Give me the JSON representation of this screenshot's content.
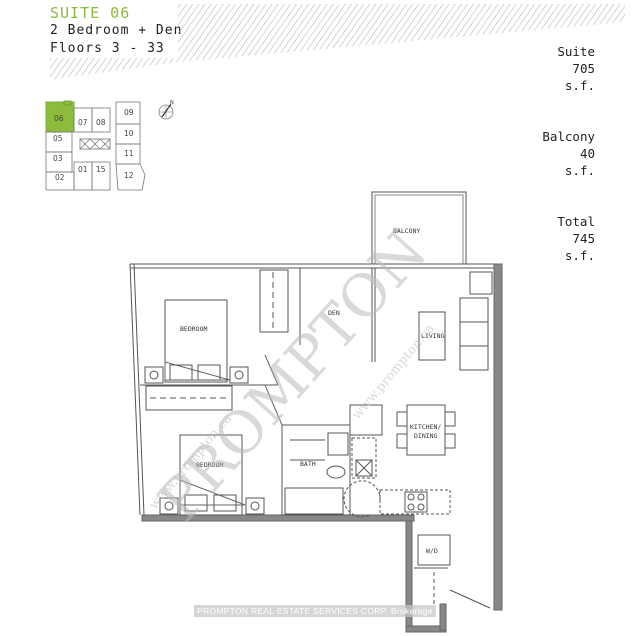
{
  "header": {
    "suite_title": "SUITE 06",
    "unit_type": "2 Bedroom + Den",
    "floors": "Floors 3 - 33",
    "accent_color": "#8dbb3c"
  },
  "areas": [
    {
      "label": "Suite",
      "value": "705",
      "unit": "s.f."
    },
    {
      "label": "Balcony",
      "value": "40",
      "unit": "s.f."
    },
    {
      "label": "Total",
      "value": "745",
      "unit": "s.f."
    }
  ],
  "key_plan": {
    "highlighted": "06",
    "units": [
      "06",
      "07",
      "08",
      "09",
      "10",
      "05",
      "03",
      "11",
      "02",
      "01",
      "15",
      "12"
    ],
    "compass": "N"
  },
  "rooms": {
    "balcony": "BALCONY",
    "den": "DEN",
    "bedroom_1": "BEDROOM",
    "bedroom_2": "BEDROOM",
    "living": "LIVING",
    "kitchen_line1": "KITCHEN/",
    "kitchen_line2": "DINING",
    "bath": "BATH",
    "laundry": "W/D"
  },
  "watermark": {
    "main": "PROMPTON",
    "url1": "www.prompton.ca",
    "url2": "www.prompton.ca"
  },
  "footer": {
    "text": "PROMPTON REAL ESTATE SERVICES CORP. Brokerage"
  }
}
